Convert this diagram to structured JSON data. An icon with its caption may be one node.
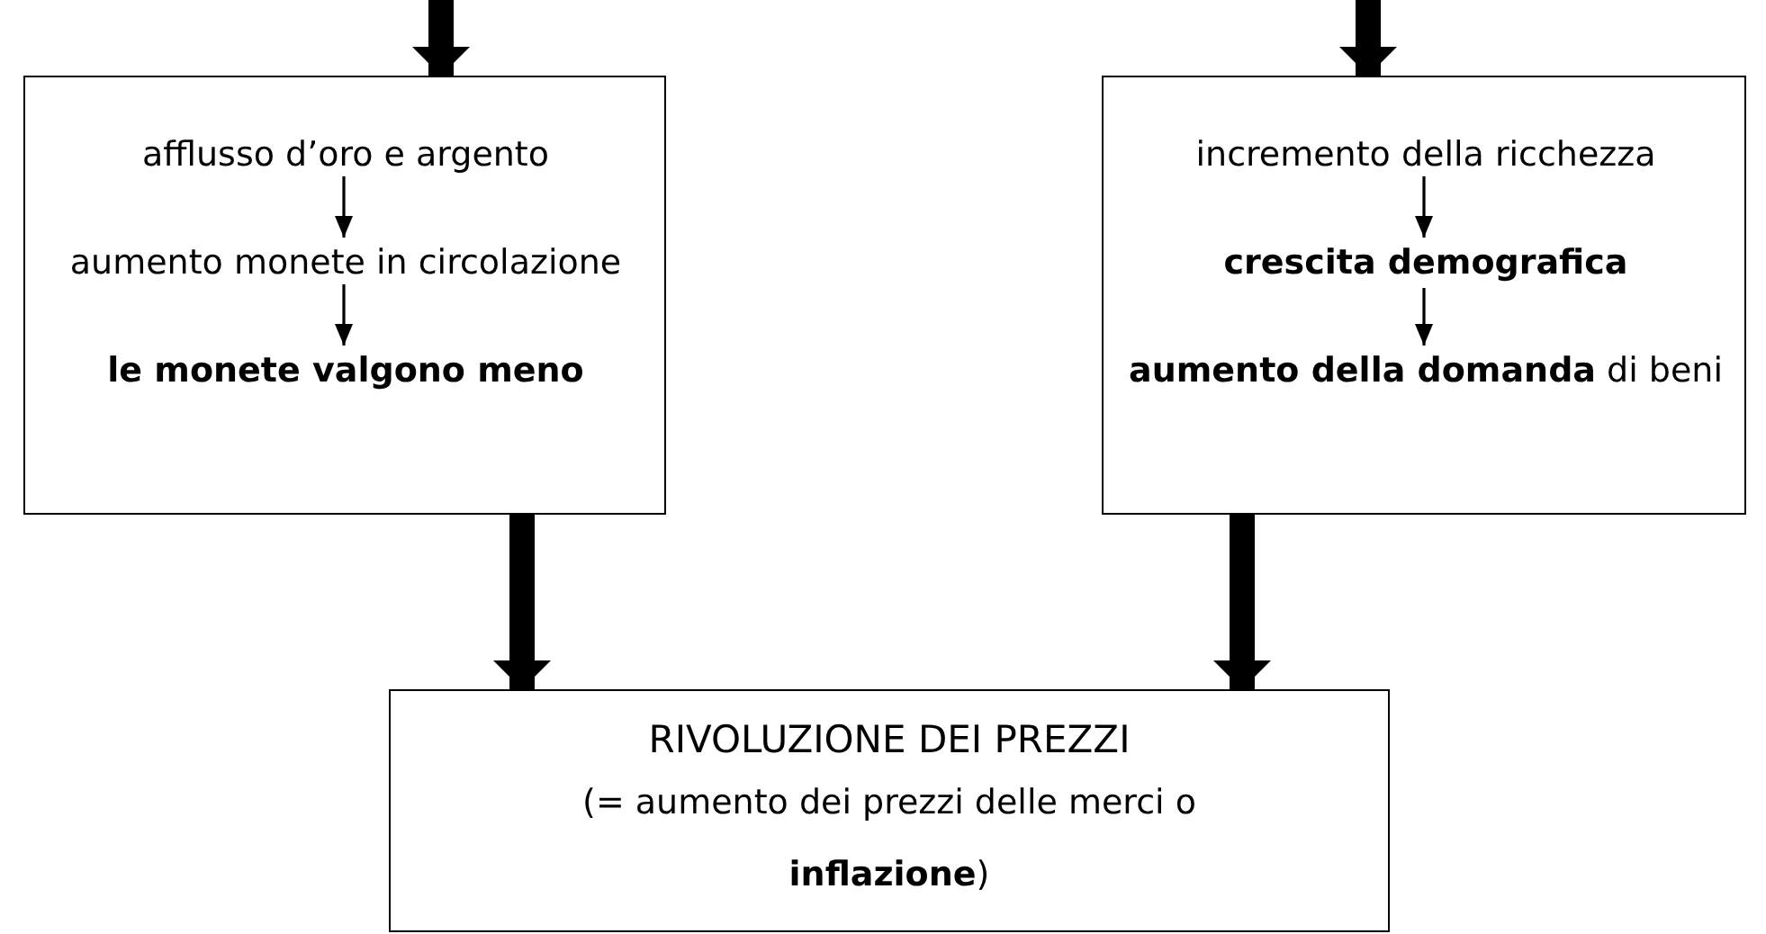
{
  "diagram": {
    "nodes": [
      {
        "text": [],
        "shape": "box"
      },
      {
        "text": [
          "afflusso d’oro e argento"
        ],
        "in": 0
      },
      {
        "text": [
          "aumento monete in circolazione"
        ],
        "in": 0
      },
      {
        "text": [
          "le monete valgono meno"
        ],
        "in": 0
      },
      {
        "text": [],
        "shape": "box"
      },
      {
        "text": [
          "incremento della ricchezza"
        ],
        "in": 4
      },
      {
        "text": [
          "crescita demografica"
        ],
        "in": 4
      },
      {
        "text": [
          "**aumento della domanda** di beni"
        ],
        "in": 4
      },
      {
        "text": [
          "RIVOLUZIONE DEI PREZZI",
          "(= aumento dei prezzi delle merci o **inflazione**)"
        ]
      }
    ],
    "edges": [
      {
        "from": null,
        "to": 0,
        "arrow": "to",
        "style": "thick"
      },
      {
        "from": null,
        "to": 4,
        "arrow": "to",
        "style": "thick"
      },
      {
        "from": 1,
        "to": 2,
        "arrow": "to"
      },
      {
        "from": 2,
        "to": 3,
        "arrow": "to"
      },
      {
        "from": 5,
        "to": 6,
        "arrow": "to"
      },
      {
        "from": 6,
        "to": 7,
        "arrow": "to"
      },
      {
        "from": 0,
        "to": 8,
        "arrow": "to",
        "style": "thick"
      },
      {
        "from": 4,
        "to": 8,
        "arrow": "to",
        "style": "thick"
      }
    ]
  }
}
